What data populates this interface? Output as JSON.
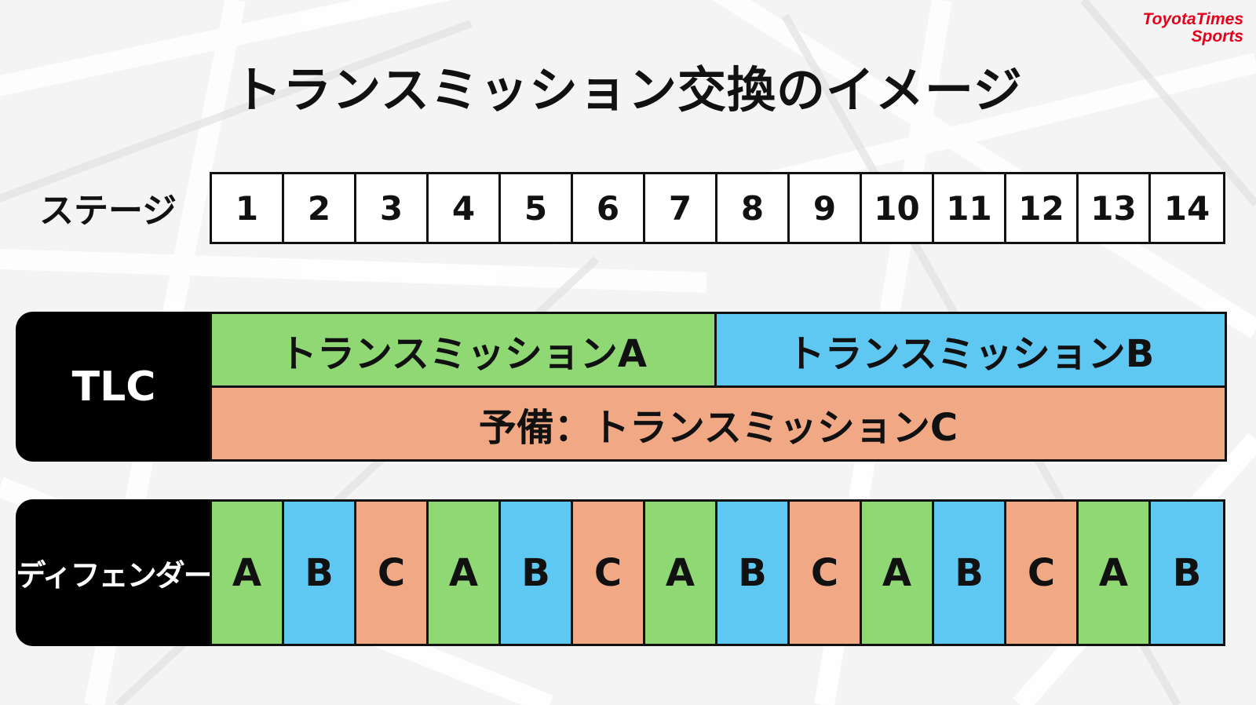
{
  "logo": {
    "line1": "ToyotaTimes",
    "line2": "Sports"
  },
  "title": "トランスミッション交換のイメージ",
  "stage": {
    "label": "ステージ",
    "numbers": [
      "1",
      "2",
      "3",
      "4",
      "5",
      "6",
      "7",
      "8",
      "9",
      "10",
      "11",
      "12",
      "13",
      "14"
    ]
  },
  "tlc": {
    "label": "TLC",
    "transmission_a": "トランスミッションA",
    "transmission_b": "トランスミッションB",
    "spare": "予備：トランスミッションC"
  },
  "defender": {
    "label": "ディフェンダー",
    "stages": [
      "A",
      "B",
      "C",
      "A",
      "B",
      "C",
      "A",
      "B",
      "C",
      "A",
      "B",
      "C",
      "A",
      "B"
    ]
  },
  "colors": {
    "A": "#8fd874",
    "B": "#5ec8f2",
    "C": "#f0a885",
    "brand": "#e3001b"
  }
}
